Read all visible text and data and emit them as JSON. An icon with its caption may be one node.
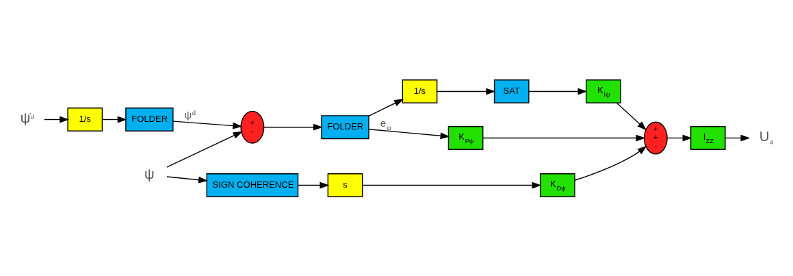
{
  "diagram": {
    "nodes": [
      {
        "text": [
          "ψ̇$^{d}$"
        ]
      },
      {
        "text": [
          "1/s"
        ]
      },
      {
        "text": [
          "FOLDER"
        ]
      },
      {
        "text": [
          "+",
          "-"
        ]
      },
      {
        "text": [
          "ψ"
        ]
      },
      {
        "text": [
          "FOLDER"
        ]
      },
      {
        "text": [
          "1/s"
        ]
      },
      {
        "text": [
          "SAT"
        ]
      },
      {
        "text": [
          "K$_{Iψ}$"
        ]
      },
      {
        "text": [
          "K$_{Pψ}$"
        ]
      },
      {
        "text": [
          "+",
          "+",
          "-"
        ]
      },
      {
        "text": [
          "I$_{ZZ}$"
        ]
      },
      {
        "text": [
          "U$_{4}$"
        ]
      },
      {
        "text": [
          "SIGN COHERENCE"
        ]
      },
      {
        "text": [
          "s"
        ]
      },
      {
        "text": [
          "K$_{Dψ}$"
        ]
      }
    ],
    "edges": [
      {
        "from": 0,
        "to": 1,
        "arrow": "to"
      },
      {
        "from": 1,
        "to": 2,
        "arrow": "to"
      },
      {
        "from": 2,
        "to": 3,
        "arrow": "to",
        "label": "ψ$^{d}$"
      },
      {
        "from": 4,
        "to": 3,
        "arrow": "to"
      },
      {
        "from": 4,
        "to": 13,
        "arrow": "to"
      },
      {
        "from": 3,
        "to": 5,
        "arrow": "to"
      },
      {
        "from": 5,
        "to": 6,
        "arrow": "to"
      },
      {
        "from": 5,
        "to": 9,
        "arrow": "to",
        "label": "e$_{ψ}$"
      },
      {
        "from": 6,
        "to": 7,
        "arrow": "to"
      },
      {
        "from": 7,
        "to": 8,
        "arrow": "to"
      },
      {
        "from": 8,
        "to": 10,
        "arrow": "to"
      },
      {
        "from": 9,
        "to": 10,
        "arrow": "to"
      },
      {
        "from": 10,
        "to": 11,
        "arrow": "to"
      },
      {
        "from": 11,
        "to": 12,
        "arrow": "to"
      },
      {
        "from": 13,
        "to": 14,
        "arrow": "to"
      },
      {
        "from": 14,
        "to": 15,
        "arrow": "to"
      },
      {
        "from": 15,
        "to": 10,
        "arrow": "to"
      }
    ]
  }
}
